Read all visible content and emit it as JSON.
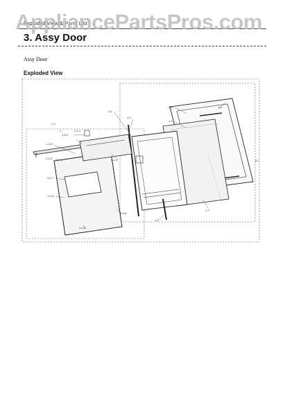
{
  "watermark": "AppliancePartsPros.com",
  "header": {
    "section_label": "Exploded View & Parts List"
  },
  "title": "3.  Assy Door",
  "subtitle": "Assy Door",
  "section_heading": "Exploded View",
  "callouts": {
    "assy": "1",
    "c1_1": "1-1",
    "c1_2": "1-2",
    "c1_3": "1-3",
    "c1_4": "1-4",
    "c1_5": "1-5",
    "c1_6": "1-6",
    "c1_7": "1-7",
    "c2": "1-2",
    "c2_1": "1-2-1",
    "c2_2": "1-2-2",
    "c2_3": "1-2-3",
    "c2_4": "1-2-4",
    "c2_5": "1-2-5",
    "c2_6": "1-2-6",
    "c2_7": "1-2-7",
    "c2_8": "1-2-8",
    "c2_9": "1-2-9"
  }
}
